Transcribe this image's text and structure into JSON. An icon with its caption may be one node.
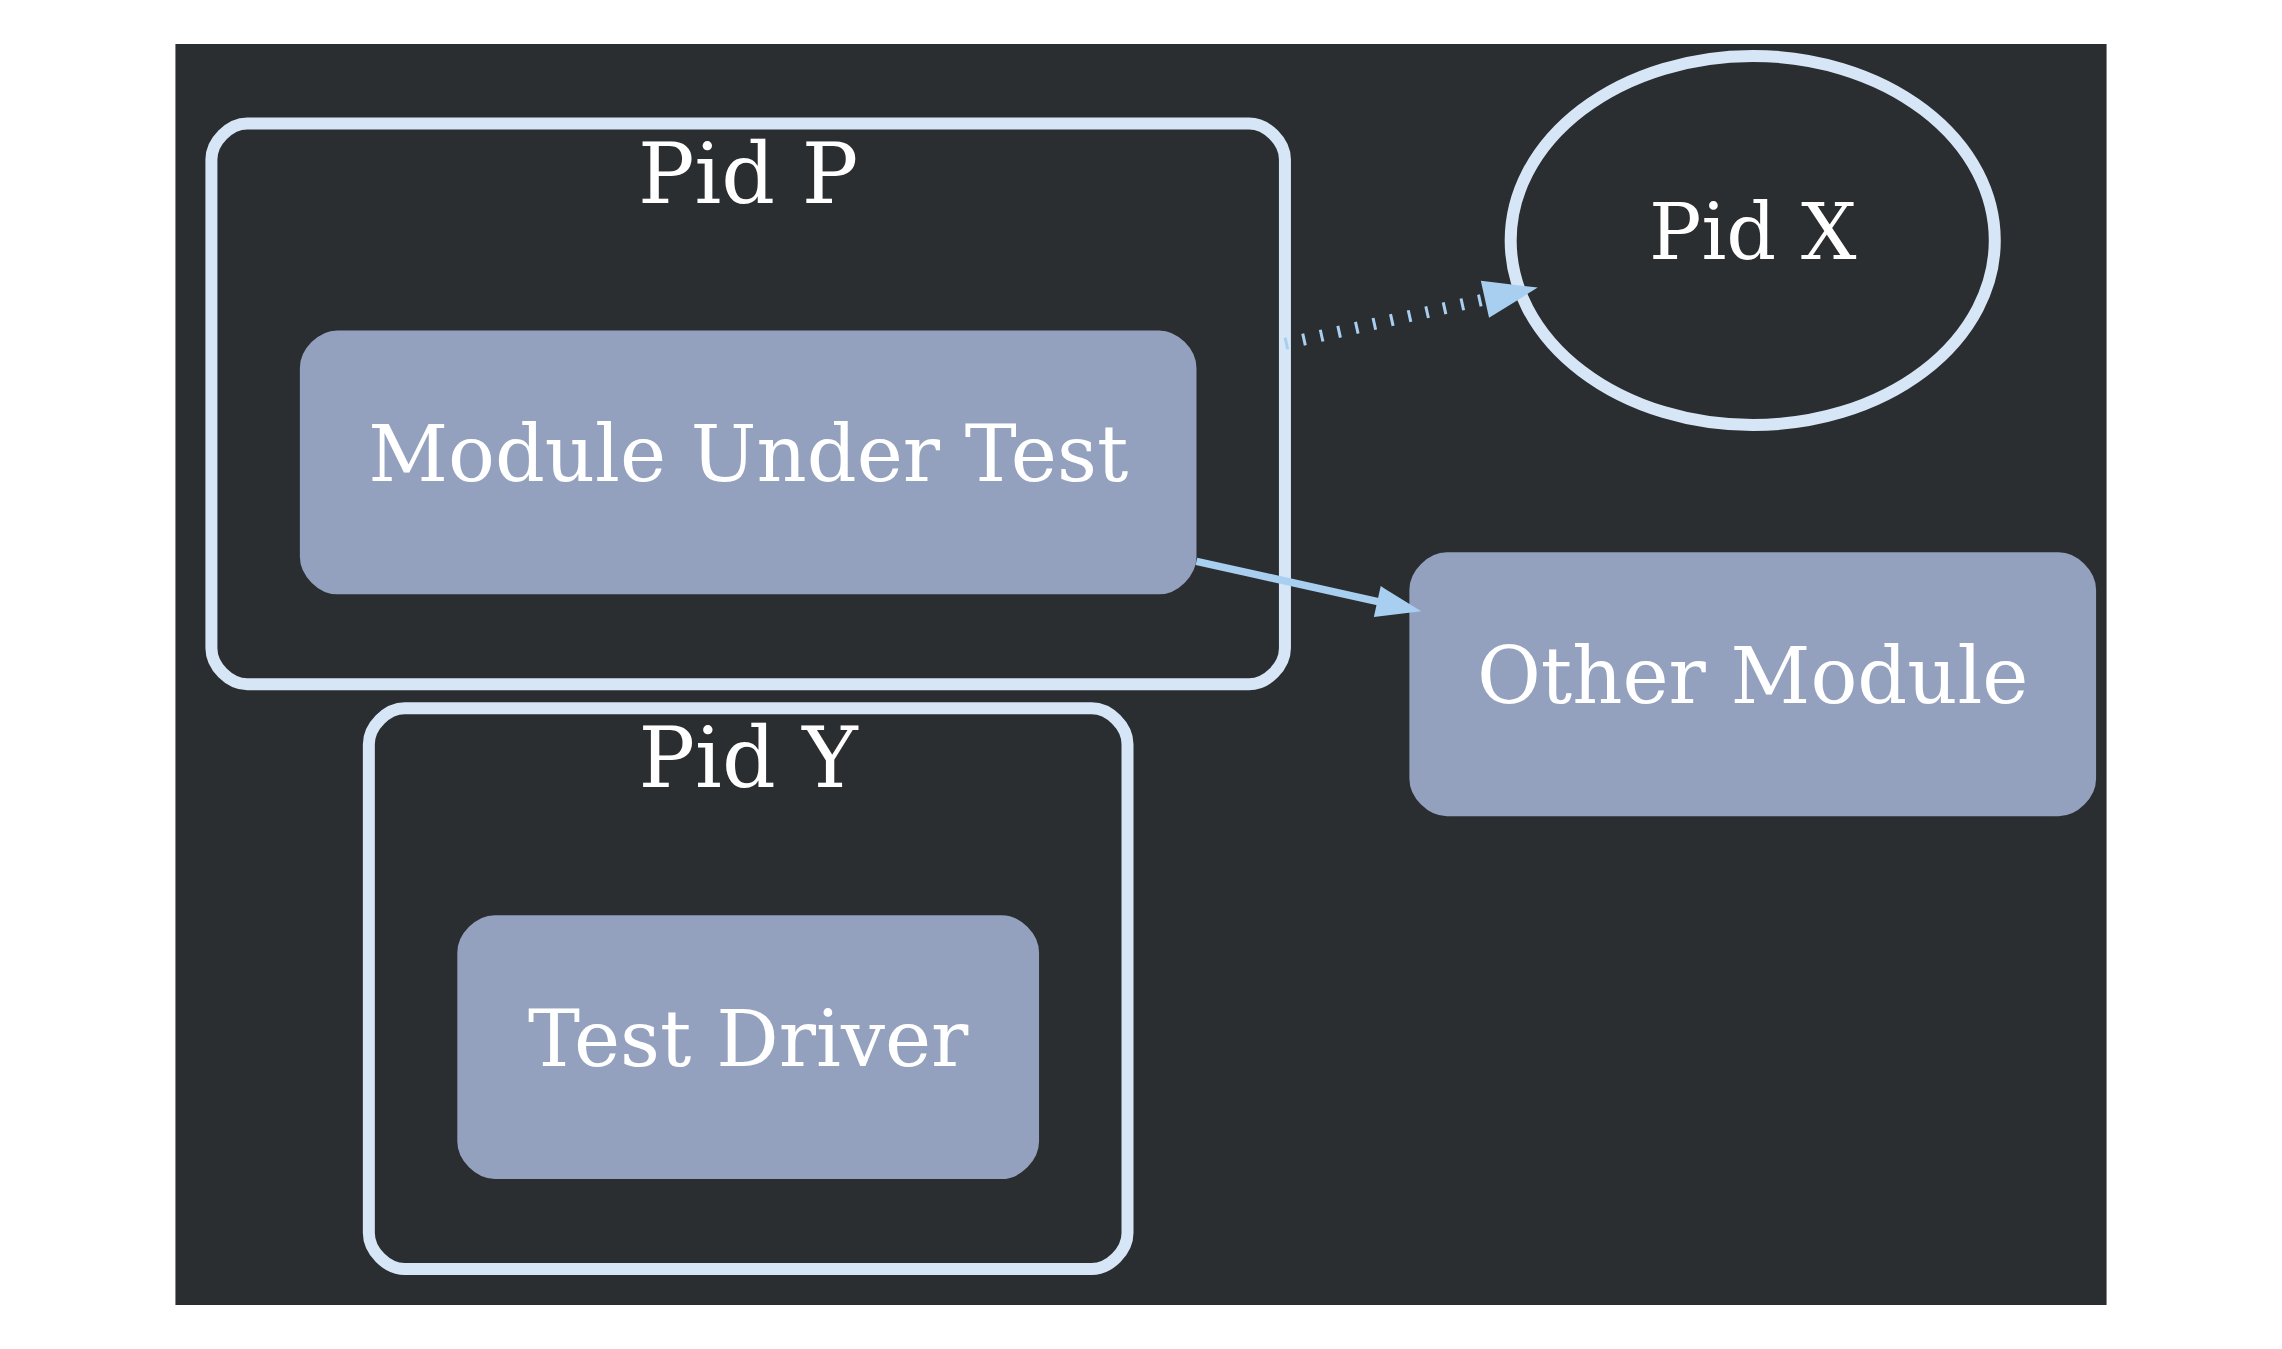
{
  "diagram": {
    "nodes": [
      {
        "text": [
          "Pid Y"
        ]
      },
      {
        "text": [
          "Test Driver"
        ],
        "in": 0
      },
      {
        "text": [
          "Pid P"
        ]
      },
      {
        "text": [
          "Module Under Test"
        ],
        "in": 2
      },
      {
        "text": [
          "Pid X"
        ]
      },
      {
        "text": [
          "Other Module"
        ]
      }
    ],
    "edges": [
      {
        "from": 2,
        "to": 4,
        "arrow": "to",
        "style": "dashed"
      },
      {
        "from": 3,
        "to": 5,
        "arrow": "to"
      }
    ]
  }
}
